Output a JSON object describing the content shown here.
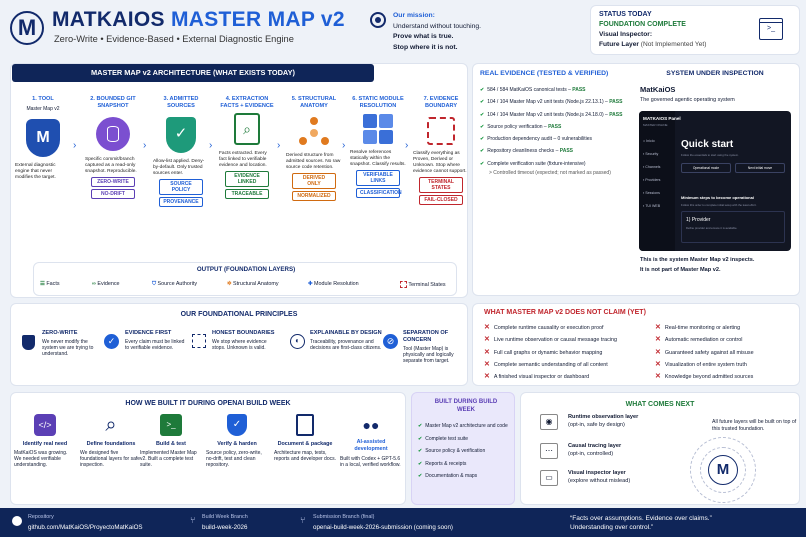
{
  "header": {
    "title_a": "MATKAIOS ",
    "title_b": "MASTER MAP v2",
    "subtitle": "Zero-Write • Evidence-Based • External Diagnostic Engine",
    "mission_label": "Our mission:",
    "mission_lines": [
      "Understand without touching.",
      "Prove what is true.",
      "Stop where it is not."
    ],
    "status_label": "STATUS TODAY",
    "status_value": "FOUNDATION COMPLETE",
    "inspector_label": "Visual Inspector:",
    "inspector_a": "Future Layer",
    "inspector_b": " (Not Implemented Yet)"
  },
  "architecture": {
    "title": "MASTER MAP v2 ARCHITECTURE (WHAT EXISTS TODAY)",
    "steps": [
      {
        "title": "1. TOOL",
        "name": "Master Map v2",
        "desc": "External diagnostic engine that never modifies the target.",
        "tags": []
      },
      {
        "title": "2. BOUNDED GIT SNAPSHOT",
        "desc": "Specific commit/branch captured as a read-only snapshot. Reproducible.",
        "tags": [
          "ZERO-WRITE",
          "NO-DRIFT"
        ]
      },
      {
        "title": "3. ADMITTED SOURCES",
        "desc": "Allow-list applied. Deny-by-default. Only trusted sources enter.",
        "tags": [
          "SOURCE POLICY",
          "PROVENANCE"
        ]
      },
      {
        "title": "4. EXTRACTION FACTS + EVIDENCE",
        "desc": "Facts extracted. Every fact linked to verifiable evidence and location.",
        "tags": [
          "EVIDENCE LINKED",
          "TRACEABLE"
        ]
      },
      {
        "title": "5. STRUCTURAL ANATOMY",
        "desc": "Derived structure from admitted sources. No raw source code retention.",
        "tags": [
          "DERIVED ONLY",
          "NORMALIZED"
        ]
      },
      {
        "title": "6. STATIC MODULE RESOLUTION",
        "desc": "Resolve references statically within the snapshot. Classify results.",
        "tags": [
          "VERIFIABLE LINKS",
          "CLASSIFICATION"
        ]
      },
      {
        "title": "7. EVIDENCE BOUNDARY",
        "desc": "Classify everything as Proven, Derived or Unknown. Stop where evidence cannot support.",
        "tags": [
          "TERMINAL STATES",
          "FAIL-CLOSED"
        ]
      }
    ],
    "output_title": "OUTPUT (FOUNDATION LAYERS)",
    "outputs": [
      "Facts",
      "Evidence",
      "Source Authority",
      "Structural Anatomy",
      "Module Resolution",
      "Terminal States"
    ]
  },
  "evidence": {
    "title": "REAL EVIDENCE (TESTED & VERIFIED)",
    "items": [
      {
        "text": "584 / 584 MatKaiOS canonical tests – ",
        "pass": "PASS"
      },
      {
        "text": "104 / 104 Master Map v2 unit tests (Node.js 22.13.1) – ",
        "pass": "PASS"
      },
      {
        "text": "104 / 104 Master Map v2 unit tests (Node.js 24.18.0) – ",
        "pass": "PASS"
      },
      {
        "text": "Source policy verification – ",
        "pass": "PASS"
      },
      {
        "text": "Production dependency audit – 0 vulnerabilities",
        "pass": ""
      },
      {
        "text": "Repository cleanliness checks – ",
        "pass": "PASS"
      },
      {
        "text": "Complete verification suite (fixture-intensive)",
        "pass": ""
      }
    ],
    "sub_note": "> Controlled timeout (expected; not marked as passed)"
  },
  "system": {
    "title": "SYSTEM UNDER INSPECTION",
    "name": "MatKaiOS",
    "desc": "The governed agentic operating system",
    "panel_title": "MATKAIOS Panel",
    "panel_sub": "MASTER ONLINE",
    "nav": [
      "Inicio",
      "Security",
      "Channels",
      "Providers",
      "Sessions",
      "TUI WEB"
    ],
    "quick": "Quick start",
    "quick_sub": "Follow the essentials to start using the system.",
    "btn1": "Operational mode",
    "btn2": "Next initial move",
    "min_title": "Minimum steps to become operational",
    "min_sub": "Follow this order to complete initial setup with the least effort.",
    "provider": "1) Provider",
    "provider_sub": "Define provider and ensure it is available.",
    "note1": "This is the system Master Map v2 inspects.",
    "note2": "It is not part of Master Map v2."
  },
  "principles": {
    "title": "OUR FOUNDATIONAL PRINCIPLES",
    "items": [
      {
        "title": "ZERO-WRITE",
        "desc": "We never modify the system we are trying to understand."
      },
      {
        "title": "EVIDENCE FIRST",
        "desc": "Every claim must be linked to verifiable evidence."
      },
      {
        "title": "HONEST BOUNDARIES",
        "desc": "We stop where evidence stops. Unknown is valid."
      },
      {
        "title": "EXPLAINABLE BY DESIGN",
        "desc": "Traceability, provenance and decisions are first-class citizens."
      },
      {
        "title": "SEPARATION OF CONCERN",
        "desc": "Tool (Master Map) is physically and logically separate from target."
      }
    ]
  },
  "noclaim": {
    "title": "WHAT MASTER MAP v2 DOES NOT CLAIM (YET)",
    "left": [
      "Complete runtime causality or execution proof",
      "Live runtime observation or causal message tracing",
      "Full call graphs or dynamic behavior mapping",
      "Complete semantic understanding of all content",
      "A finished visual inspector or dashboard"
    ],
    "right": [
      "Real-time monitoring or alerting",
      "Automatic remediation or control",
      "Guaranteed safety against all misuse",
      "Visualization of entire system truth",
      "Knowledge beyond admitted sources"
    ]
  },
  "build": {
    "title": "HOW WE BUILT IT DURING OPENAI BUILD WEEK",
    "steps": [
      {
        "title": "Identify real need",
        "desc": "MatKaiOS was growing. We needed verifiable understanding."
      },
      {
        "title": "Define foundations",
        "desc": "We designed five foundational layers for safe inspection."
      },
      {
        "title": "Build & test",
        "desc": "Implemented Master Map v2. Built a complete test suite."
      },
      {
        "title": "Verify & harden",
        "desc": "Source policy, zero-write, no-drift, test and clean repository."
      },
      {
        "title": "Document & package",
        "desc": "Architecture map, tests, reports and developer docs."
      },
      {
        "title": "AI-assisted development",
        "desc": "Built with Codex + GPT-5.6 in a local, verified workflow."
      }
    ],
    "list_title": "BUILT DURING BUILD WEEK",
    "list": [
      "Master Map v2 architecture and code",
      "Complete test suite",
      "Source policy & verification",
      "Reports & receipts",
      "Documentation & maps"
    ]
  },
  "next": {
    "title": "WHAT COMES NEXT",
    "items": [
      {
        "a": "Runtime observation layer",
        "b": "(opt-in, safe by design)"
      },
      {
        "a": "Causal tracing layer",
        "b": "(opt-in, controlled)"
      },
      {
        "a": "Visual inspector layer",
        "b": "(explore without mislead)"
      }
    ],
    "note": "All future layers will be built on top of this trusted foundation."
  },
  "footer": {
    "repo_label": "Repository",
    "repo": "github.com/MatKaiOS/ProyectoMatKaiOS",
    "branch_label": "Build Week Branch",
    "branch": "build-week-2026",
    "sub_label": "Submission Branch (final)",
    "sub": "openai-build-week-2026-submission (coming soon)",
    "quote1": "“Facts over assumptions. Evidence over claims.”",
    "quote2": "Understanding over control.”"
  },
  "colors": {
    "navy": "#122a6b",
    "blue": "#1f5fd6",
    "green": "#1e7a3a",
    "red": "#c0262d",
    "footer": "#0f2558"
  }
}
